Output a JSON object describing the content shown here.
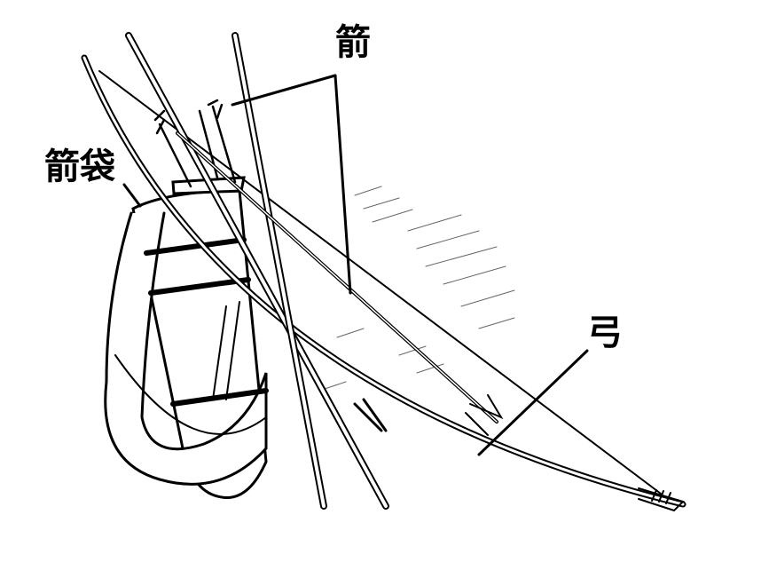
{
  "labels": {
    "arrow": "箭",
    "quiver": "箭袋",
    "bow": "弓"
  },
  "colors": {
    "ink": "#000000",
    "paper": "#ffffff"
  }
}
